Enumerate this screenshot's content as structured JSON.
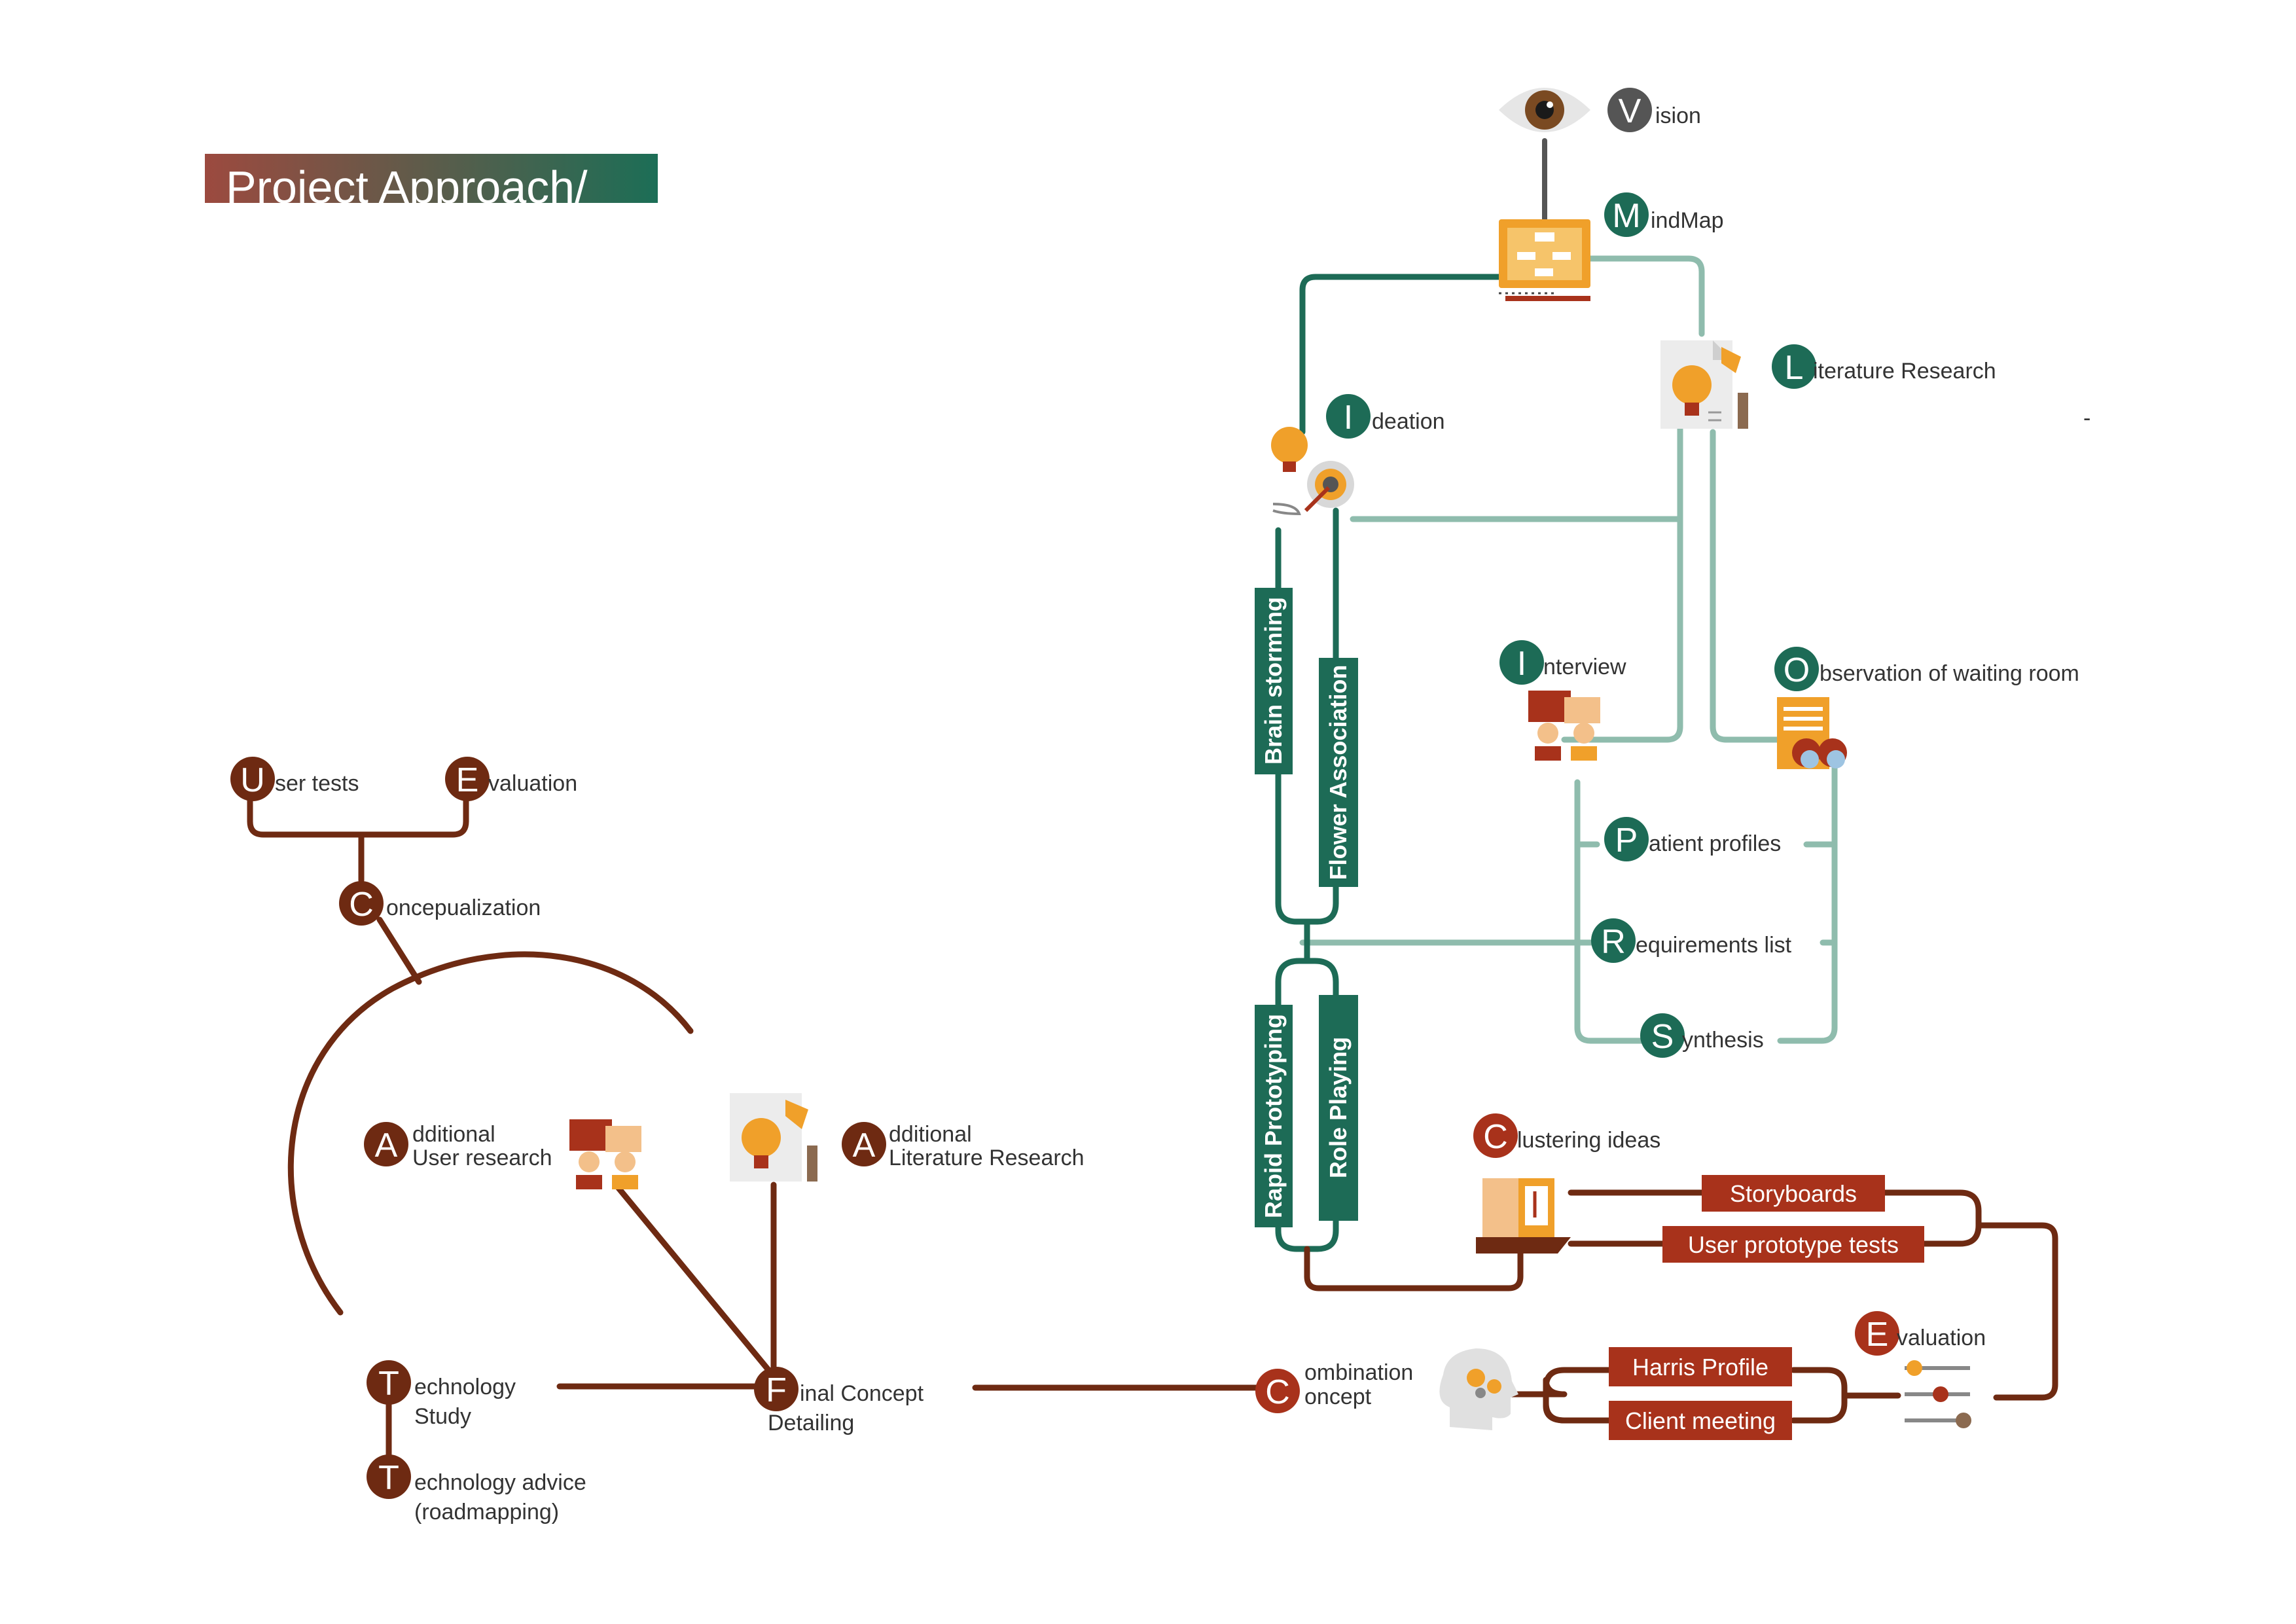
{
  "title": "Project Approach/",
  "colors": {
    "green": "#1d6b56",
    "light_green": "#8fbcad",
    "brown": "#6e2a12",
    "red": "#a8321b",
    "gray": "#555555",
    "orange": "#f0a02a"
  },
  "nodes": {
    "vision": {
      "initial": "V",
      "label": "ision"
    },
    "mindmap": {
      "initial": "M",
      "label": "indMap"
    },
    "literature": {
      "initial": "L",
      "label": "iterature Research"
    },
    "ideation": {
      "initial": "I",
      "label": "deation"
    },
    "interview": {
      "initial": "I",
      "label": "nterview"
    },
    "observation": {
      "initial": "O",
      "label": "bservation of waiting room"
    },
    "patient_profiles": {
      "initial": "P",
      "label": "atient profiles"
    },
    "requirements": {
      "initial": "R",
      "label": "equirements list"
    },
    "synthesis": {
      "initial": "S",
      "label": "ynthesis"
    },
    "clustering": {
      "initial": "C",
      "label": "lustering ideas"
    },
    "evaluation_right": {
      "initial": "E",
      "label": "valuation"
    },
    "combination": {
      "initial": "C",
      "label1": "ombination",
      "label2": "oncept"
    },
    "final_concept": {
      "initial": "F",
      "label1": "inal Concept",
      "label2": "Detailing"
    },
    "add_user": {
      "initial": "A",
      "label1": "dditional",
      "label2": "User research"
    },
    "add_lit": {
      "initial": "A",
      "label1": "dditional",
      "label2": "Literature Research"
    },
    "technology_study": {
      "initial": "T",
      "label1": "echnology",
      "label2": "Study"
    },
    "technology_advice": {
      "initial": "T",
      "label1": "echnology advice",
      "label2": "(roadmapping)"
    },
    "user_tests": {
      "initial": "U",
      "label": "ser tests"
    },
    "evaluation_left": {
      "initial": "E",
      "label": "valuation"
    },
    "concepualization": {
      "initial": "C",
      "label": "oncepualization"
    }
  },
  "vertical_labels": {
    "brainstorming": "Brain storming",
    "flower": "Flower Association",
    "rapid": "Rapid Prototyping",
    "role": "Role Playing"
  },
  "boxes": {
    "storyboards": "Storyboards",
    "user_prototype": "User prototype tests",
    "harris": "Harris Profile",
    "client": "Client meeting"
  },
  "stray_mark": "-",
  "icons": [
    "eye-icon",
    "mindmap-icon",
    "document-bulb-icon",
    "bulb-target-icon",
    "users-chat-icon",
    "binoculars-icon",
    "doors-icon",
    "head-gears-icon",
    "sliders-icon"
  ]
}
